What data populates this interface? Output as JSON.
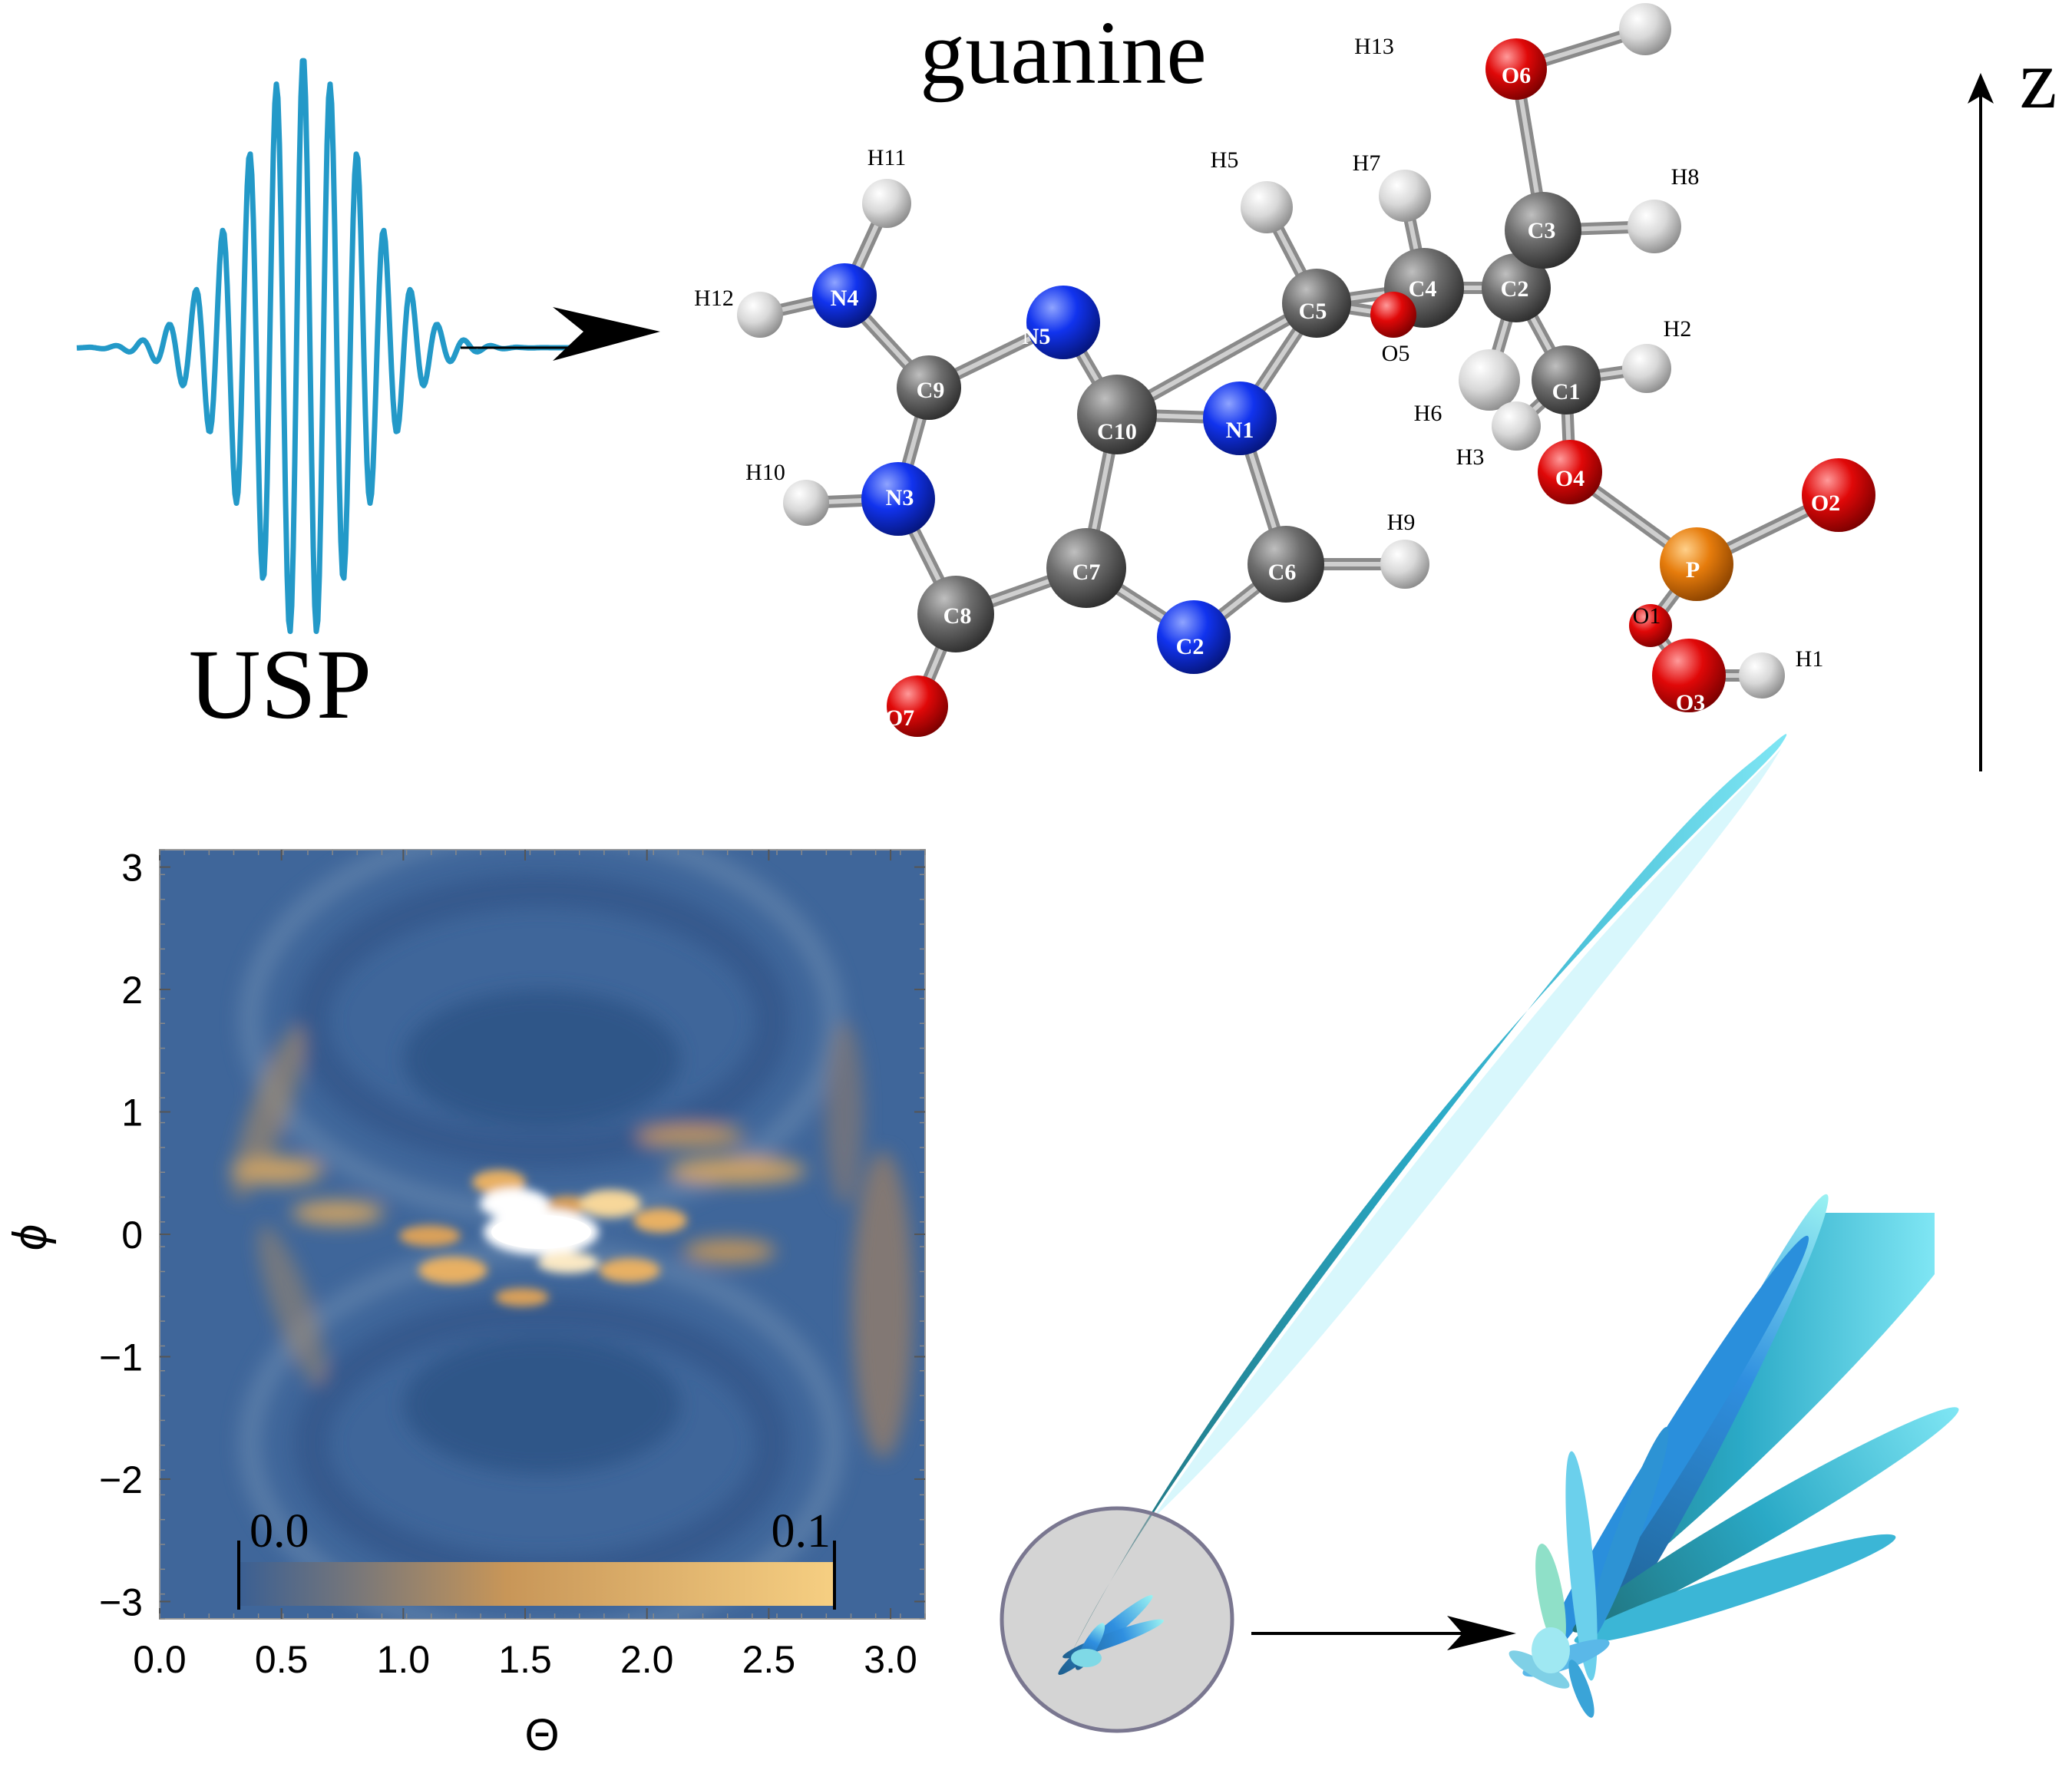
{
  "labels": {
    "usp": "USP",
    "molecule": "guanine",
    "axis_z": "z"
  },
  "atoms": [
    {
      "id": "H13",
      "el": "H"
    },
    {
      "id": "O6",
      "el": "O"
    },
    {
      "id": "H11",
      "el": "H"
    },
    {
      "id": "H5",
      "el": "H"
    },
    {
      "id": "H7",
      "el": "H"
    },
    {
      "id": "H8",
      "el": "H"
    },
    {
      "id": "H12",
      "el": "H"
    },
    {
      "id": "N4",
      "el": "N"
    },
    {
      "id": "N5",
      "el": "N"
    },
    {
      "id": "C5",
      "el": "C"
    },
    {
      "id": "C4",
      "el": "C"
    },
    {
      "id": "C2",
      "el": "C"
    },
    {
      "id": "C3",
      "el": "C"
    },
    {
      "id": "O5",
      "el": "O"
    },
    {
      "id": "C9",
      "el": "C"
    },
    {
      "id": "H2",
      "el": "H"
    },
    {
      "id": "C1",
      "el": "C"
    },
    {
      "id": "H6",
      "el": "H"
    },
    {
      "id": "C10",
      "el": "C"
    },
    {
      "id": "N1",
      "el": "N"
    },
    {
      "id": "H10",
      "el": "H"
    },
    {
      "id": "N3",
      "el": "N"
    },
    {
      "id": "H3",
      "el": "H"
    },
    {
      "id": "O4",
      "el": "O"
    },
    {
      "id": "O2",
      "el": "O"
    },
    {
      "id": "H9",
      "el": "H"
    },
    {
      "id": "C7",
      "el": "C"
    },
    {
      "id": "C6",
      "el": "C"
    },
    {
      "id": "P",
      "el": "P"
    },
    {
      "id": "C8",
      "el": "C"
    },
    {
      "id": "O1",
      "el": "O"
    },
    {
      "id": "C2",
      "el": "N"
    },
    {
      "id": "H1",
      "el": "H"
    },
    {
      "id": "O3",
      "el": "O"
    },
    {
      "id": "O7",
      "el": "O"
    }
  ],
  "heatmap": {
    "xlabel": "Θ",
    "ylabel": "ϕ",
    "xticks": [
      "0.0",
      "0.5",
      "1.0",
      "1.5",
      "2.0",
      "2.5",
      "3.0"
    ],
    "xtick_values": [
      0,
      0.5,
      1,
      1.5,
      2,
      2.5,
      3
    ],
    "yticks": [
      "3",
      "2",
      "1",
      "0",
      "−1",
      "−2",
      "−3"
    ],
    "ytick_values": [
      3,
      2,
      1,
      0,
      -1,
      -2,
      -3
    ],
    "xlim": [
      0,
      3.1416
    ],
    "ylim": [
      -3.1416,
      3.1416
    ],
    "colorbar": {
      "min_label": "0.0",
      "max_label": "0.1",
      "min": 0.0,
      "max": 0.1,
      "low_color": "#3a5f93",
      "mid_color": "#c89658",
      "high_color": "#f6cf82"
    }
  },
  "colors": {
    "pulse": "#2399c8",
    "carbon": "#555555",
    "nitrogen": "#0a2ee0",
    "oxygen": "#dd0505",
    "hydrogen": "#dcdcdc",
    "phosphorus": "#e07c10",
    "lobe": "#33b8d8",
    "background_map": "#3f669a"
  }
}
